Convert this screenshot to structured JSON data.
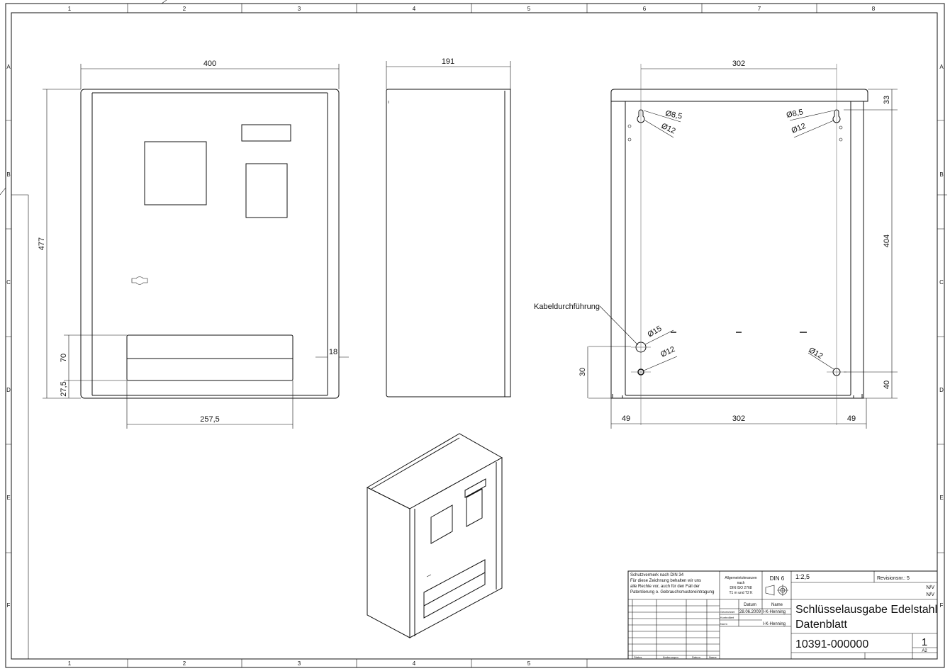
{
  "sheet": {
    "columns": [
      "1",
      "2",
      "3",
      "4",
      "5",
      "6",
      "7",
      "8"
    ],
    "rows": [
      "A",
      "B",
      "C",
      "D",
      "E",
      "F"
    ],
    "bottom_columns": [
      "1",
      "2",
      "3",
      "4",
      "5"
    ]
  },
  "front_view": {
    "dim_width": "400",
    "dim_height": "477",
    "dim_drawer_height": "70",
    "dim_bottom": "27,5",
    "dim_rail": "18",
    "dim_drawer_width": "257,5"
  },
  "side_view": {
    "dim_depth": "191"
  },
  "rear_view": {
    "dim_hole_spacing_top": "302",
    "dim_top_offset": "33",
    "dim_vertical_spacing": "404",
    "dim_bottom_offset": "40",
    "dim_cable_height": "30",
    "dim_left": "49",
    "dim_hole_spacing_bottom": "302",
    "dim_right": "49",
    "hole_85_left": "Ø8,5",
    "hole_12_left": "Ø12",
    "hole_85_right": "Ø8,5",
    "hole_12_right": "Ø12",
    "hole_15": "Ø15",
    "hole_12_bottom_left": "Ø12",
    "hole_12_bottom_right": "Ø12",
    "cable_label": "Kabeldurchführung"
  },
  "title_block": {
    "protection_lines": [
      "Schutzvermerk nach DIN 34",
      "Für diese Zeichnung behalten wir uns",
      "alle Rechte vor, auch für den Fall der",
      "Patentierung o. Gebrauchsmustereintragung"
    ],
    "tolerance_lines": [
      "Allgemeintoleranzen",
      "nach",
      "DIN ISO 2768",
      "T1 m und T2 K"
    ],
    "din": "DIN 6",
    "col_date": "Datum",
    "col_name": "Name",
    "drawn_label": "Gezeichnet",
    "drawn_date": "28.06.2009",
    "drawn_name": "I-K-Henning",
    "checked_label": "Kontrolliert",
    "norm_label": "Norm",
    "norm_name": "I-K-Henning",
    "changes_headers": [
      "Status",
      "Änderungen",
      "Datum",
      "Name"
    ],
    "scale": "1:2,5",
    "revision": "Revisionsnr.: 5",
    "nv1": "N/V",
    "nv2": "N/V",
    "title_line1": "Schlüsselausgabe Edelstahl",
    "title_line2": "Datenblatt",
    "drawing_number": "10391-000000",
    "sheet_number": "1",
    "format": "A2"
  }
}
